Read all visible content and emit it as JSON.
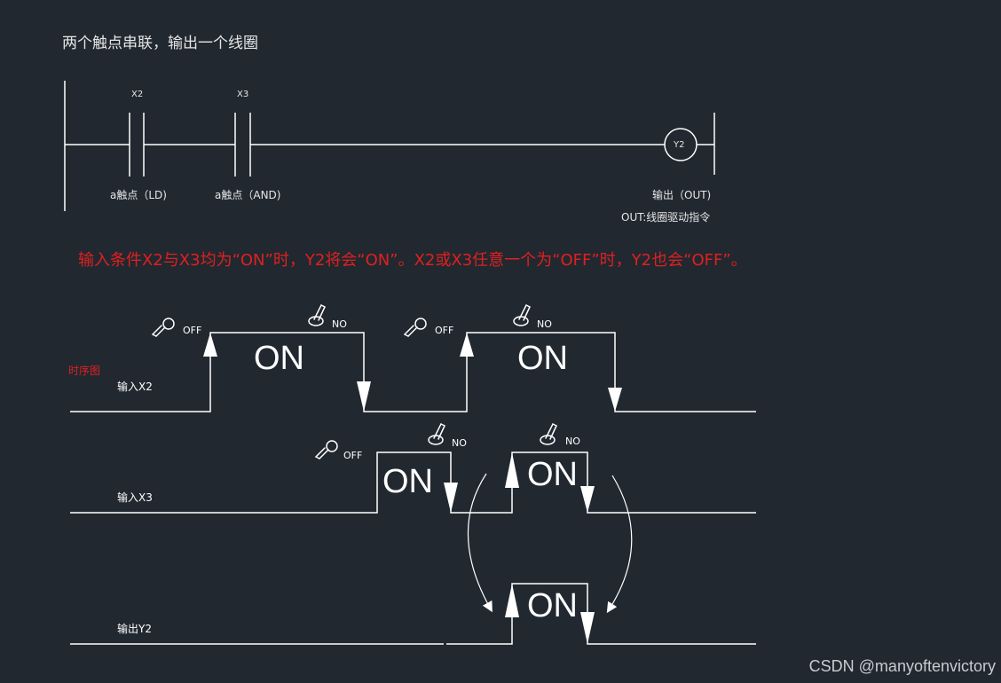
{
  "title": "两个触点串联，输出一个线圈",
  "ladder": {
    "contact1": {
      "name": "X2",
      "desc": "a触点（LD)"
    },
    "contact2": {
      "name": "X3",
      "desc": "a触点（AND)"
    },
    "coil": {
      "name": "Y2",
      "desc": "输出（OUT)",
      "note": "OUT:线圈驱动指令"
    }
  },
  "condition_text": "输入条件X2与X3均为“ON”时，Y2将会“ON”。X2或X3任意一个为“OFF”时，Y2也会“OFF”。",
  "timing": {
    "title": "时序图",
    "rows": [
      {
        "label": "输入X2"
      },
      {
        "label": "输入X3"
      },
      {
        "label": "输出Y2"
      }
    ],
    "switch_labels": {
      "off": "OFF",
      "on": "NO"
    },
    "on_text": "ON"
  },
  "watermark": "CSDN @manyoftenvictory",
  "colors": {
    "background": "#212830",
    "line": "#ffffff",
    "highlight": "#e02020"
  }
}
